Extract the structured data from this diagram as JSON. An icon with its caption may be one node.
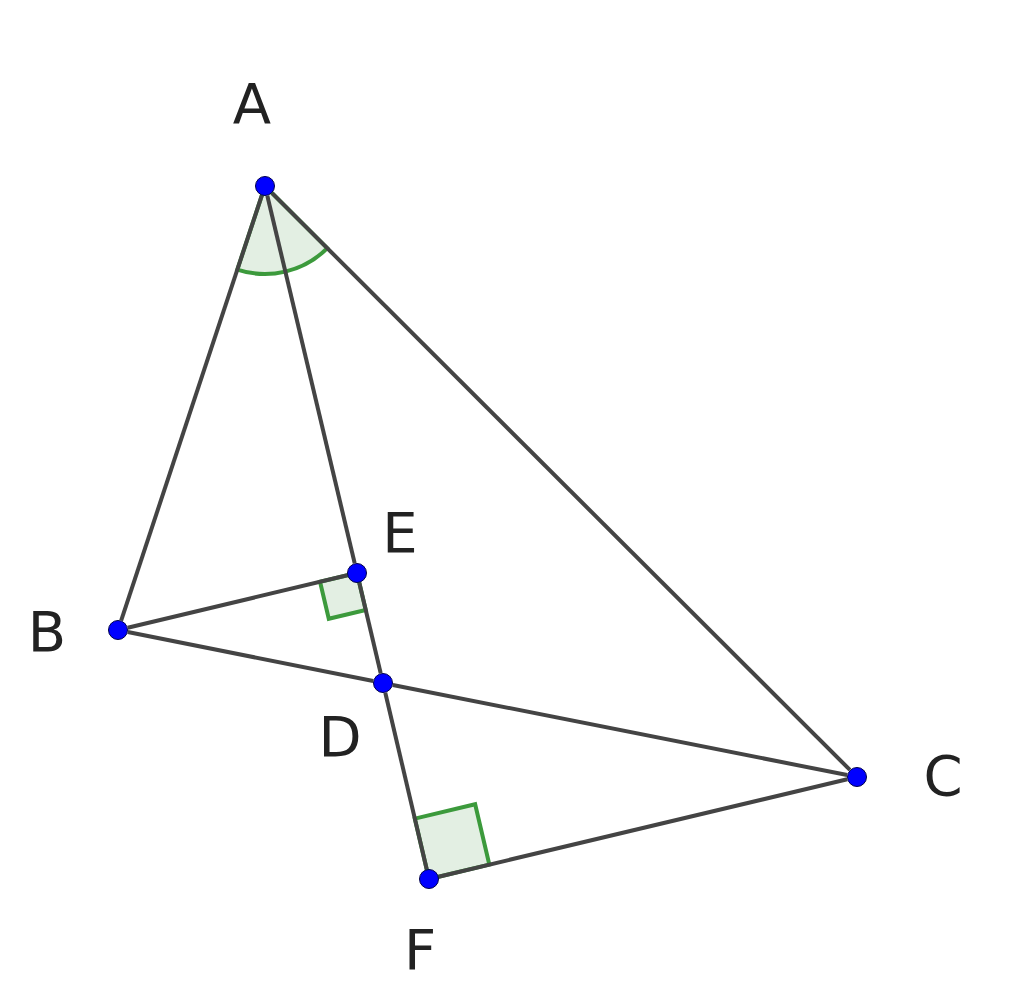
{
  "diagram": {
    "nodes": [
      {
        "text": [],
        "shape": "circle",
        "beside": [
          "A"
        ]
      },
      {
        "text": [],
        "shape": "circle",
        "beside": [
          "B"
        ]
      },
      {
        "text": [],
        "shape": "circle",
        "beside": [
          "E"
        ]
      },
      {
        "text": [],
        "shape": "circle",
        "beside": [
          "D"
        ]
      },
      {
        "text": [],
        "shape": "circle",
        "beside": [
          "C"
        ]
      },
      {
        "text": [],
        "shape": "circle",
        "beside": [
          "F"
        ]
      }
    ],
    "edges": [
      {
        "from": 0,
        "to": 1,
        "arrow": "none"
      },
      {
        "from": 0,
        "to": 2,
        "arrow": "none"
      },
      {
        "from": 2,
        "to": 3,
        "arrow": "none"
      },
      {
        "from": 3,
        "to": 5,
        "arrow": "none"
      },
      {
        "from": 0,
        "to": 4,
        "arrow": "none"
      },
      {
        "from": 1,
        "to": 2,
        "arrow": "none"
      },
      {
        "from": 1,
        "to": 3,
        "arrow": "none"
      },
      {
        "from": 3,
        "to": 4,
        "arrow": "none"
      },
      {
        "from": 4,
        "to": 5,
        "arrow": "none"
      }
    ]
  }
}
